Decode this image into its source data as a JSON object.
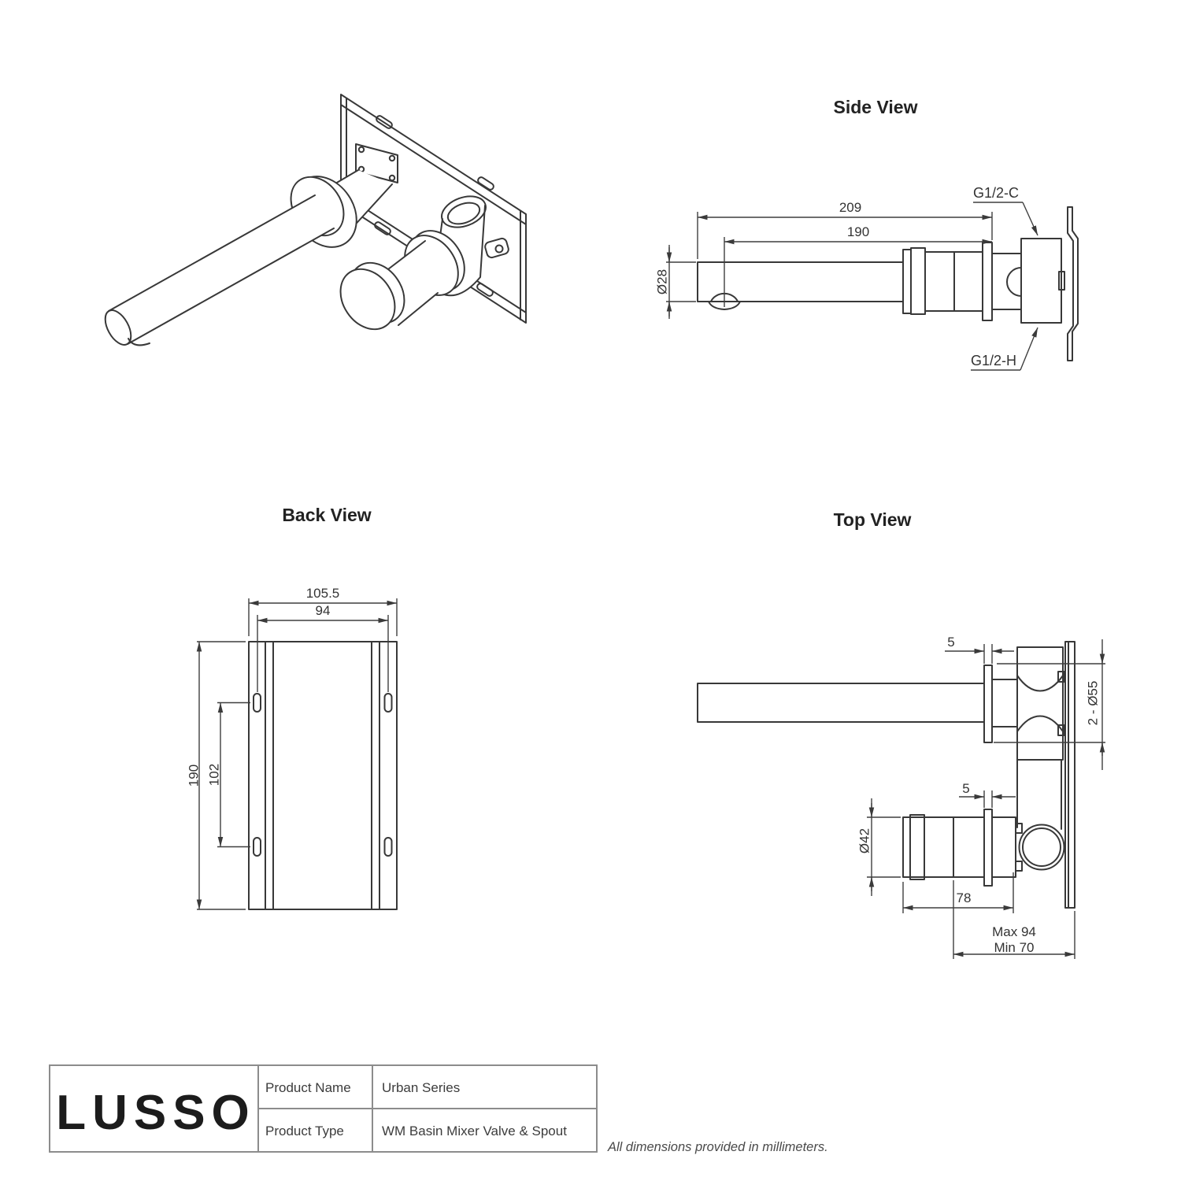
{
  "views": {
    "iso": {
      "name": "isometric-projection"
    },
    "side": {
      "title": "Side View",
      "dim_length_overall": "209",
      "dim_length_aerator": "190",
      "dim_spout_dia": "Ø28",
      "label_cold_inlet": "G1/2-C",
      "label_hot_inlet": "G1/2-H"
    },
    "back": {
      "title": "Back View",
      "dim_width_overall": "105.5",
      "dim_hole_spacing_h": "94",
      "dim_height_overall": "190",
      "dim_hole_spacing_v": "102"
    },
    "top": {
      "title": "Top View",
      "dim_flange_upper": "5",
      "dim_escutcheons": "2 - Ø55",
      "dim_flange_lower": "5",
      "dim_handle_dia": "Ø42",
      "dim_handle_len": "78",
      "dim_depth_max": "Max 94",
      "dim_depth_min": "Min 70"
    }
  },
  "title_block": {
    "logo": "LUSSO",
    "rows": [
      {
        "label": "Product Name",
        "value": "Urban Series"
      },
      {
        "label": "Product Type",
        "value": "WM Basin Mixer Valve & Spout"
      }
    ],
    "note": "All dimensions provided in millimeters."
  }
}
